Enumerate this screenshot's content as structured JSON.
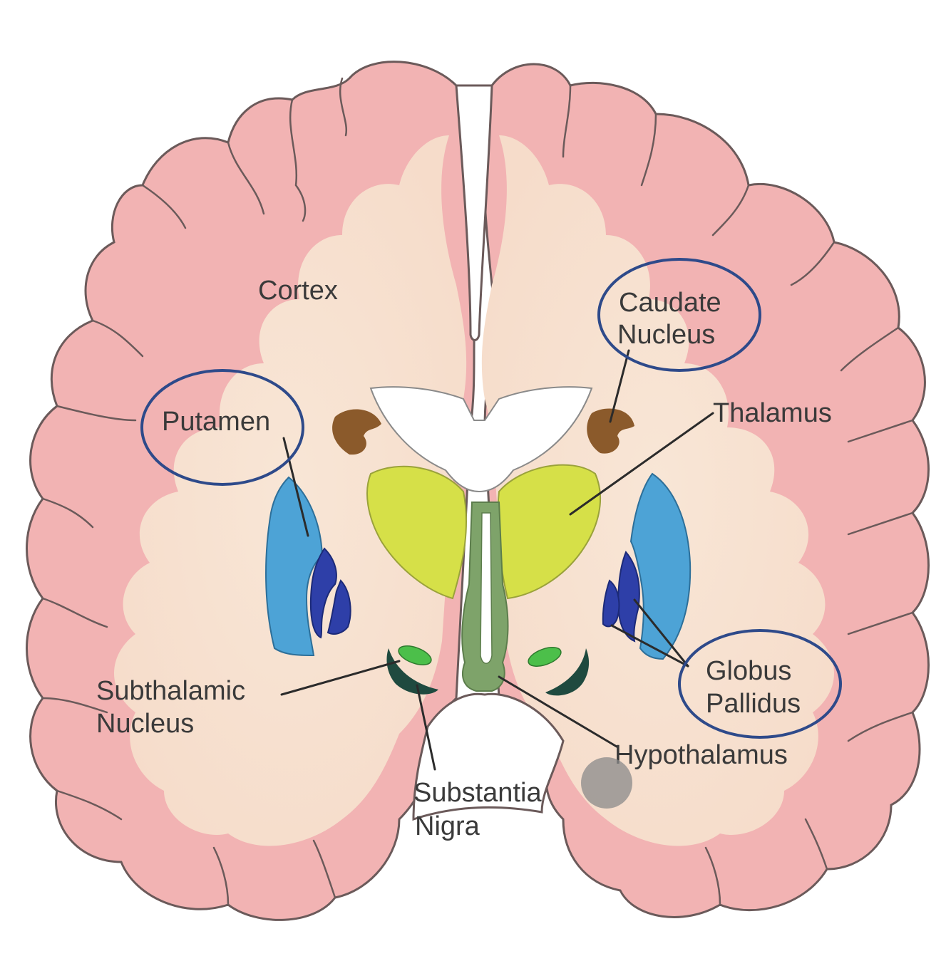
{
  "diagram": {
    "labels": {
      "cortex": "Cortex",
      "caudate_line1": "Caudate",
      "caudate_line2": "Nucleus",
      "putamen": "Putamen",
      "thalamus": "Thalamus",
      "globus_line1": "Globus",
      "globus_line2": "Pallidus",
      "subthalamic_line1": "Subthalamic",
      "subthalamic_line2": "Nucleus",
      "substantia_line1": "Substantia",
      "substantia_line2": "Nigra",
      "hypothalamus": "Hypothalamus"
    },
    "circled": [
      "Caudate Nucleus",
      "Putamen",
      "Globus Pallidus"
    ],
    "colors": {
      "cortex": "#f2b3b3",
      "white_matter": "#f7e2d2",
      "caudate": "#8b5a2b",
      "putamen": "#4da3d6",
      "globus_pallidus": "#2e3fa8",
      "thalamus": "#d6e048",
      "hypothalamus": "#7ea36a",
      "subthalamic": "#4cbf4a",
      "substantia_nigra": "#1f4a3f",
      "ventricle": "#ffffff",
      "circle": "#2e4a8a"
    }
  }
}
